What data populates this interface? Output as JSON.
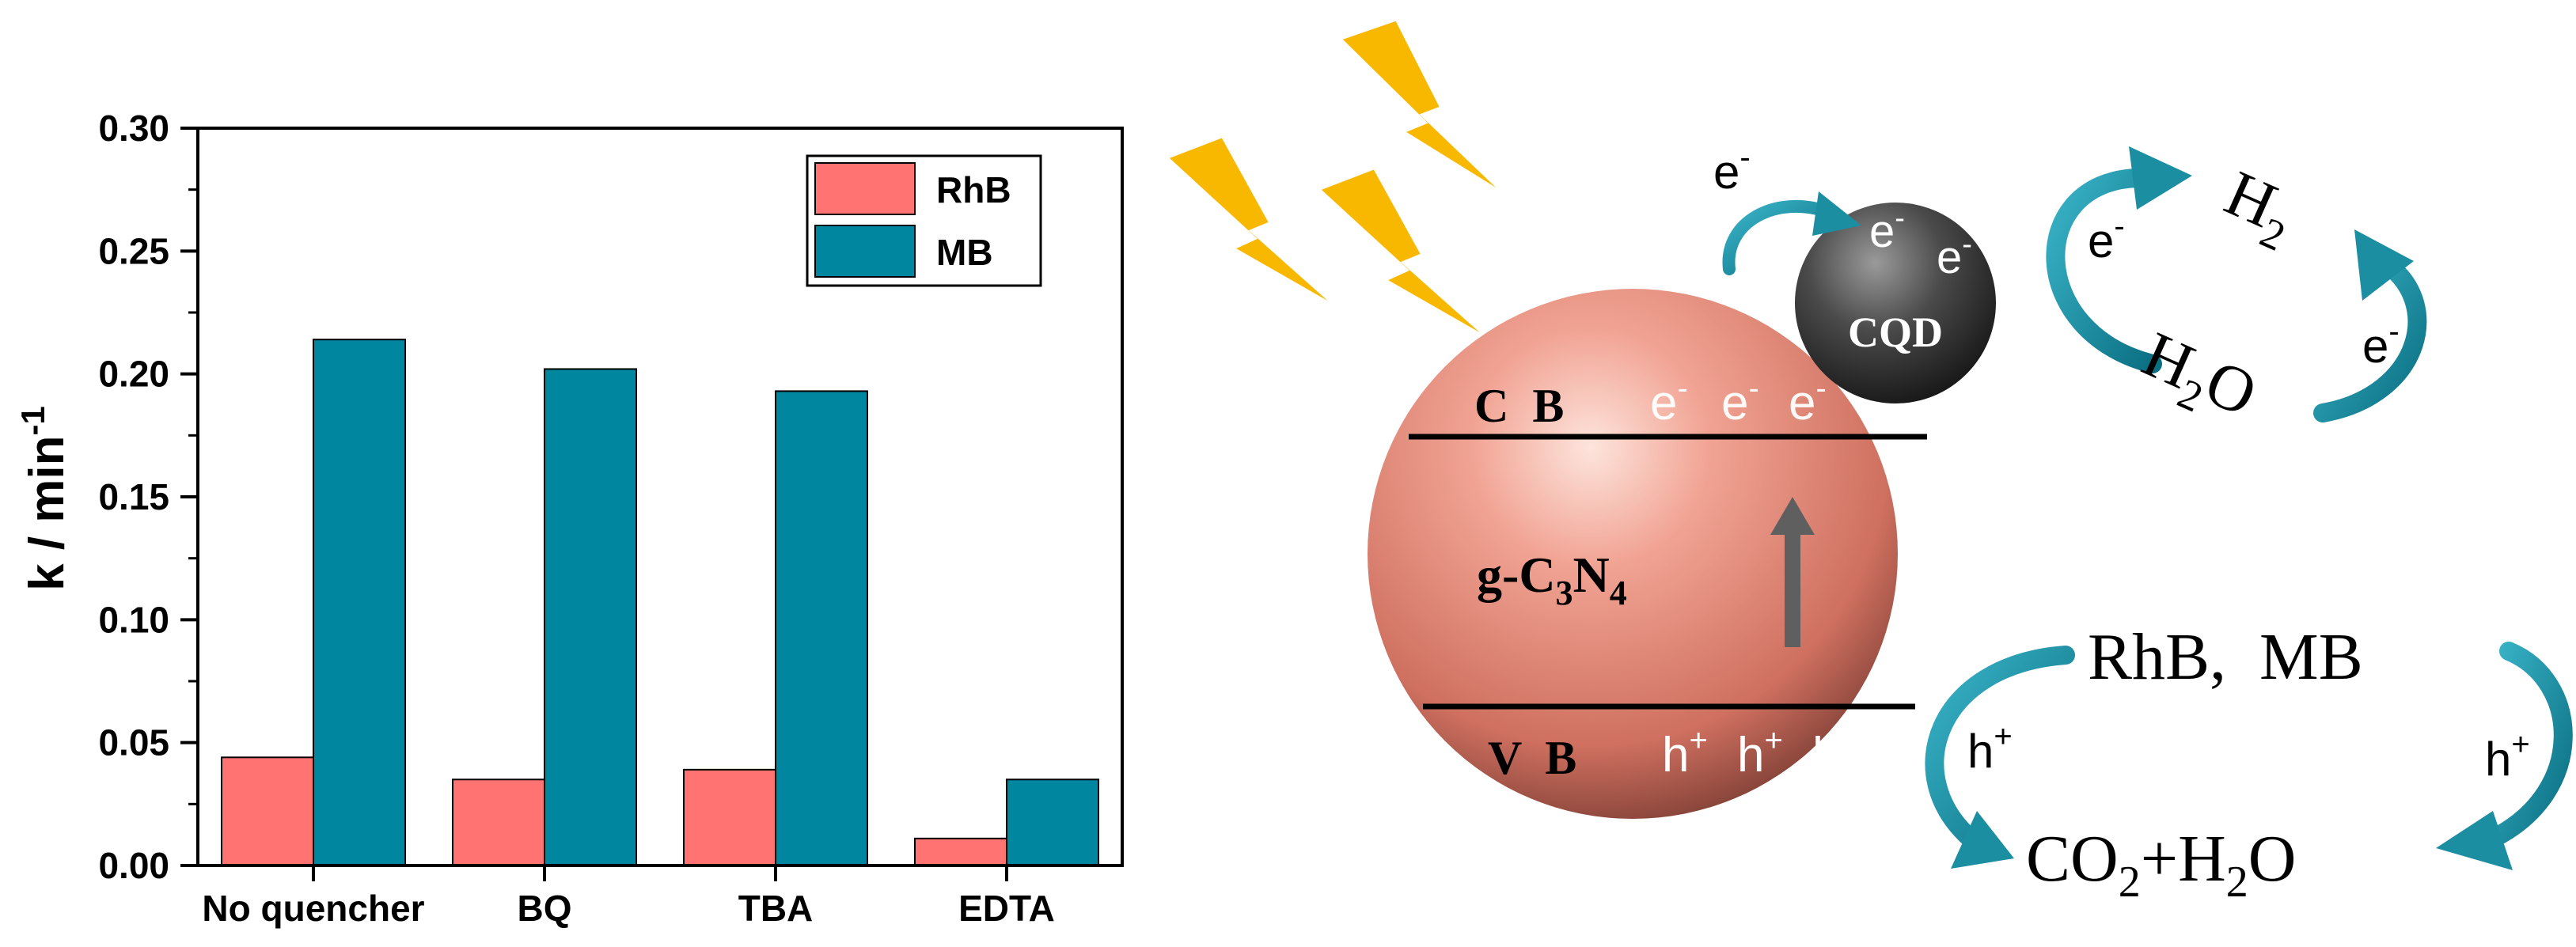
{
  "chart_data": {
    "type": "bar",
    "categories": [
      "No quencher",
      "BQ",
      "TBA",
      "EDTA"
    ],
    "series": [
      {
        "name": "RhB",
        "values": [
          0.044,
          0.035,
          0.039,
          0.011
        ]
      },
      {
        "name": "MB",
        "values": [
          0.214,
          0.202,
          0.193,
          0.035
        ]
      }
    ],
    "ylabel": "k / min",
    "ylabel_sup": "-1",
    "ylim": [
      0,
      0.3
    ],
    "yticks": [
      "0.00",
      "0.05",
      "0.10",
      "0.15",
      "0.20",
      "0.25",
      "0.30"
    ],
    "legend_position": "top-right",
    "colors": {
      "RhB": "#ff7373",
      "MB": "#00879f"
    }
  },
  "diagram": {
    "cb_label": "C  B",
    "vb_label": "V  B",
    "electron": "e",
    "electron_sup": "-",
    "hole": "h",
    "hole_sup": "+",
    "catalyst_main": "g-C",
    "catalyst_sub1": "3",
    "catalyst_mid": "N",
    "catalyst_sub2": "4",
    "cqd_label": "CQD",
    "h2_main": "H",
    "h2_sub": "2",
    "h2o_main": "H",
    "h2o_sub": "2",
    "h2o_tail": "O",
    "pollutants": "RhB,  MB",
    "products_a": "CO",
    "products_a_sub": "2",
    "products_b": "+H",
    "products_b_sub": "2",
    "products_c": "O"
  },
  "colors": {
    "bolt": "#f9b800",
    "arrow": "#1b8ea2",
    "sphere": "#e98878",
    "cqd": "#3c3c3c"
  }
}
